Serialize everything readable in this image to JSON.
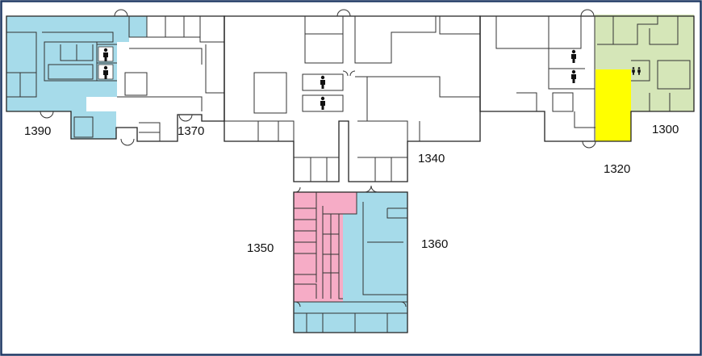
{
  "suites": [
    {
      "id": "1390",
      "label": "1390",
      "color": "#a6dbea"
    },
    {
      "id": "1370",
      "label": "1370",
      "color": "#ffffff"
    },
    {
      "id": "1340",
      "label": "1340",
      "color": "#ffffff"
    },
    {
      "id": "1320",
      "label": "1320",
      "color": "#ffff00"
    },
    {
      "id": "1300",
      "label": "1300",
      "color": "#d5e6b8"
    },
    {
      "id": "1350",
      "label": "1350",
      "color": "#f6acc6"
    },
    {
      "id": "1360",
      "label": "1360",
      "color": "#a6dbea"
    }
  ],
  "colors": {
    "frame": "#1f3864",
    "wall": "#222222",
    "background": "#ffffff"
  },
  "icons": {
    "restroom_men": "man-icon",
    "restroom_women": "woman-icon",
    "restroom_unisex": "unisex-restroom-icon"
  }
}
